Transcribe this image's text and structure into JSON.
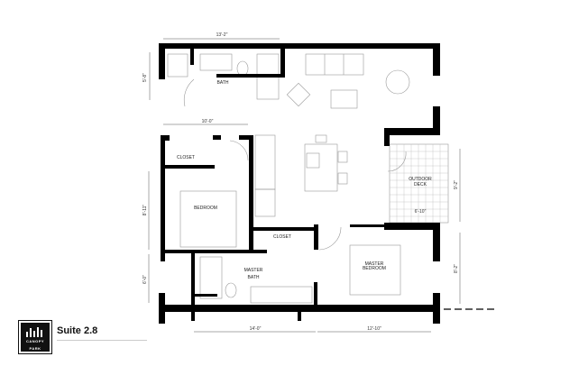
{
  "title": "Suite 2.8",
  "logo": {
    "text_top": "CANOPY",
    "text_bottom": "PARK"
  },
  "rooms": {
    "bath": "BATH",
    "closet1": "CLOSET",
    "bedroom": "BEDROOM",
    "closet2": "CLOSET",
    "master_bath_1": "MASTER",
    "master_bath_2": "BATH",
    "master_bed_1": "MASTER",
    "master_bed_2": "BEDROOM",
    "deck_1": "OUTDOOR",
    "deck_2": "DECK"
  },
  "dimensions": {
    "top": "13'-2\"",
    "left_top": "5'-8\"",
    "mid": "10'-0\"",
    "left_mid": "8'-11\"",
    "left_low": "6'-0\"",
    "bottom_left": "14'-0\"",
    "bottom_right": "12'-10\"",
    "deck_height": "9'-2\"",
    "deck_width": "6'-10\"",
    "right_low": "8'-2\""
  }
}
